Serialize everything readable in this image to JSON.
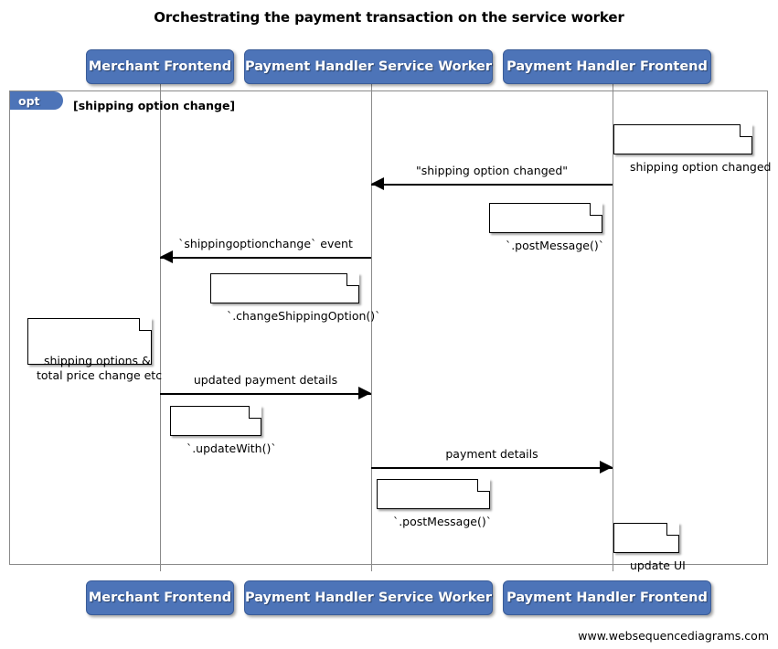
{
  "diagram": {
    "title": "Orchestrating the payment transaction on the service worker",
    "footer_credit": "www.websequencediagrams.com",
    "colors": {
      "participant_fill": "#4d74b8",
      "participant_text": "#ffffff",
      "frame_border": "#8a8a8a",
      "lifeline": "#8a8a8a",
      "arrow": "#000000",
      "note_fill": "#ffffff",
      "background": "#ffffff"
    }
  },
  "participants": [
    {
      "id": "merchant-frontend",
      "label": "Merchant Frontend"
    },
    {
      "id": "payment-handler-service-worker",
      "label": "Payment Handler Service Worker"
    },
    {
      "id": "payment-handler-frontend",
      "label": "Payment Handler Frontend"
    }
  ],
  "fragment": {
    "type": "opt",
    "label": "opt",
    "guard": "[shipping option change]"
  },
  "messages": [
    {
      "id": "shipping-option-changed",
      "label": "\"shipping option changed\"",
      "from": "payment-handler-frontend",
      "to": "payment-handler-service-worker",
      "direction": "left"
    },
    {
      "id": "shippingoptionchange-event",
      "label": "`shippingoptionchange` event",
      "from": "payment-handler-service-worker",
      "to": "merchant-frontend",
      "direction": "left"
    },
    {
      "id": "updated-payment-details",
      "label": "updated payment details",
      "from": "merchant-frontend",
      "to": "payment-handler-service-worker",
      "direction": "right"
    },
    {
      "id": "payment-details",
      "label": "payment details",
      "from": "payment-handler-service-worker",
      "to": "payment-handler-frontend",
      "direction": "right"
    }
  ],
  "notes": [
    {
      "id": "note-shipping-option-changed",
      "text": "shipping option changed",
      "over": "payment-handler-frontend"
    },
    {
      "id": "note-post-message-1",
      "text": "`.postMessage()`",
      "over": "payment-handler-service-worker"
    },
    {
      "id": "note-change-shipping-option",
      "text": "`.changeShippingOption()`",
      "over": "merchant-frontend"
    },
    {
      "id": "note-shipping-options-total-price",
      "text": "shipping options &\ntotal price change etc",
      "over": "merchant-frontend"
    },
    {
      "id": "note-update-with",
      "text": "`.updateWith()`",
      "over": "merchant-frontend"
    },
    {
      "id": "note-post-message-2",
      "text": "`.postMessage()`",
      "over": "payment-handler-service-worker"
    },
    {
      "id": "note-update-ui",
      "text": "update UI",
      "over": "payment-handler-frontend"
    }
  ]
}
